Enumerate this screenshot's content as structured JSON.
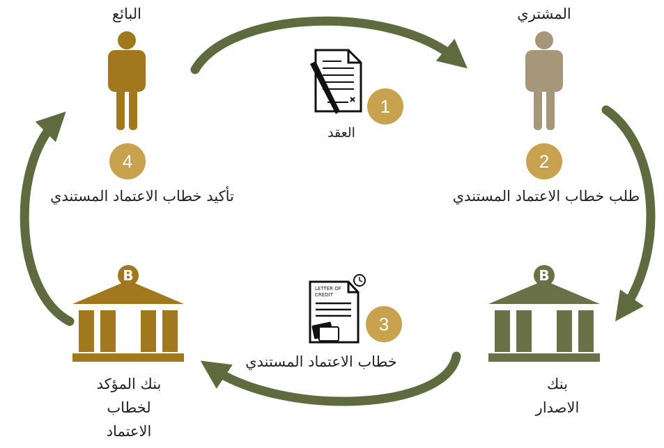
{
  "actors": {
    "seller": {
      "name": "البائع",
      "color": "#a2781e"
    },
    "buyer": {
      "name": "المشتري",
      "color": "#a6967a"
    }
  },
  "banks": {
    "confirming": {
      "lines": [
        "بنك المؤكد",
        "لخطاب",
        "الاعتماد"
      ],
      "color": "#a2781e"
    },
    "issuing": {
      "lines": [
        "بنك",
        "الاصدار"
      ],
      "color": "#6b7146"
    }
  },
  "steps": [
    {
      "number": "1",
      "label": "العقد"
    },
    {
      "number": "2",
      "label": "طلب خطاب الاعتماد المستندي"
    },
    {
      "number": "3",
      "label": "خطاب الاعتماد المستندي"
    },
    {
      "number": "4",
      "label": "تأكيد خطاب الاعتماد المستندي"
    }
  ],
  "documents": {
    "letter_of_credit_text": [
      "LETTER OF",
      "CREDIT"
    ]
  },
  "icons": {
    "bank_symbol": "B",
    "contract": "contract-icon",
    "letter": "letter-of-credit-icon"
  },
  "colors": {
    "arrow": "#5f6b3f",
    "badge": "#c8a24e"
  }
}
